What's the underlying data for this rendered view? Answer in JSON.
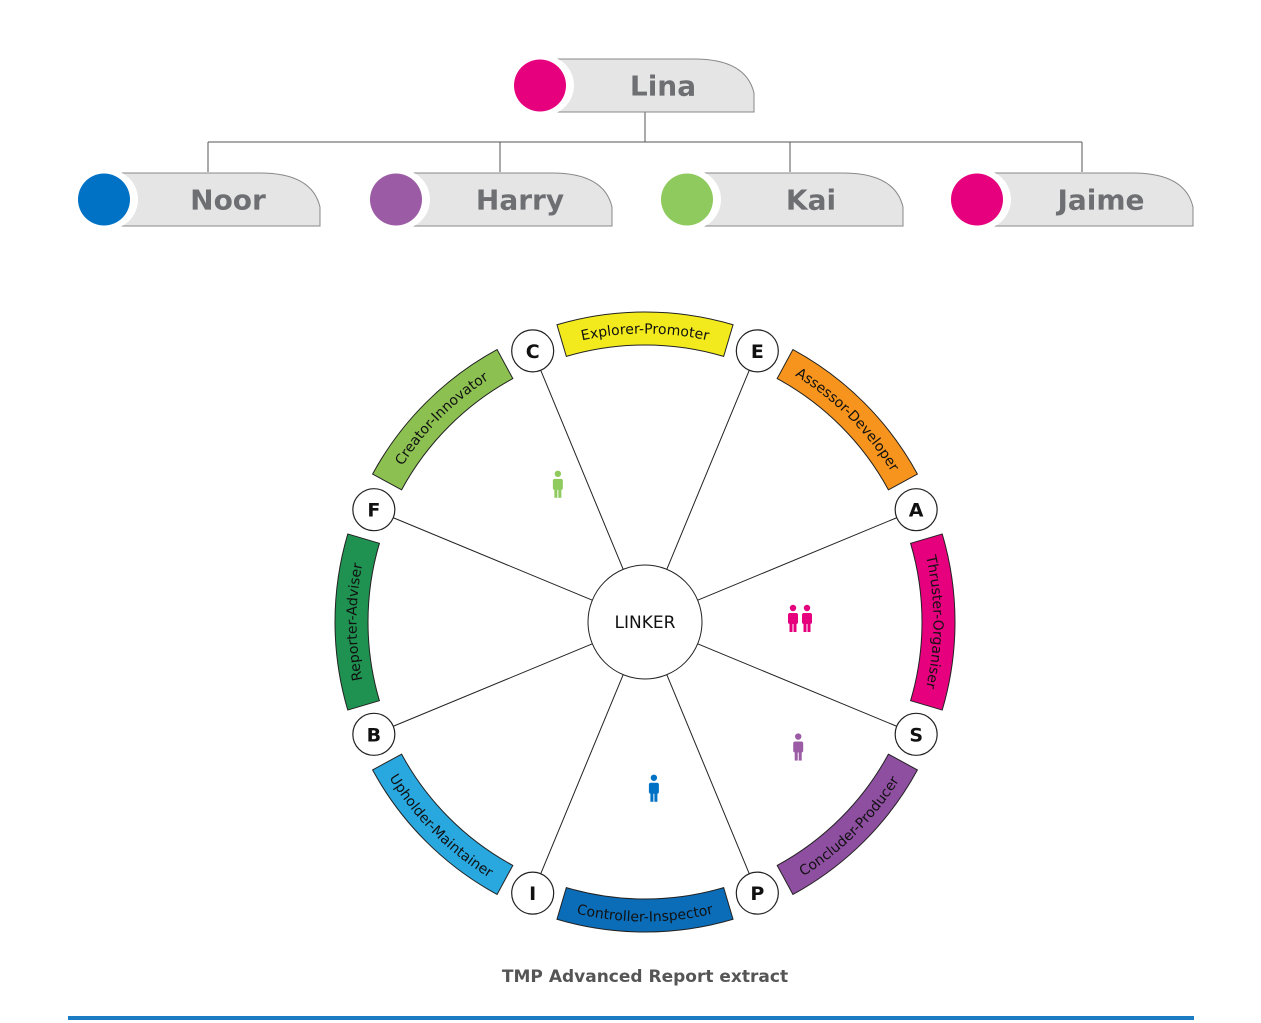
{
  "org_chart": {
    "root": {
      "name": "Lina",
      "color": "#e6007e"
    },
    "children": [
      {
        "name": "Noor",
        "color": "#0072c6"
      },
      {
        "name": "Harry",
        "color": "#9b5ba5"
      },
      {
        "name": "Kai",
        "color": "#8fca5f"
      },
      {
        "name": "Jaime",
        "color": "#e6007e"
      }
    ]
  },
  "wheel": {
    "center_label": "LINKER",
    "nodes": [
      "C",
      "E",
      "A",
      "S",
      "P",
      "I",
      "B",
      "F"
    ],
    "segments": [
      {
        "label": "Explorer-Promoter",
        "color": "#f2ea1d"
      },
      {
        "label": "Assessor-Developer",
        "color": "#f7941d"
      },
      {
        "label": "Thruster-Organiser",
        "color": "#e6007e"
      },
      {
        "label": "Concluder-Producer",
        "color": "#8e4fa0"
      },
      {
        "label": "Controller-Inspector",
        "color": "#0b6cb8"
      },
      {
        "label": "Upholder-Maintainer",
        "color": "#29a8e0"
      },
      {
        "label": "Reporter-Adviser",
        "color": "#1f9150"
      },
      {
        "label": "Creator-Innovator",
        "color": "#8cc152"
      }
    ],
    "people": [
      {
        "sector": "Creator-Innovator",
        "count": 1,
        "color": "#8fca5f"
      },
      {
        "sector": "Thruster-Organiser",
        "count": 2,
        "color": "#e6007e"
      },
      {
        "sector": "Concluder-Producer",
        "count": 1,
        "color": "#9b5ba5"
      },
      {
        "sector": "Controller-Inspector",
        "count": 1,
        "color": "#0072c6"
      }
    ]
  },
  "caption": "TMP Advanced Report extract",
  "rule_color": "#1b7cc4"
}
